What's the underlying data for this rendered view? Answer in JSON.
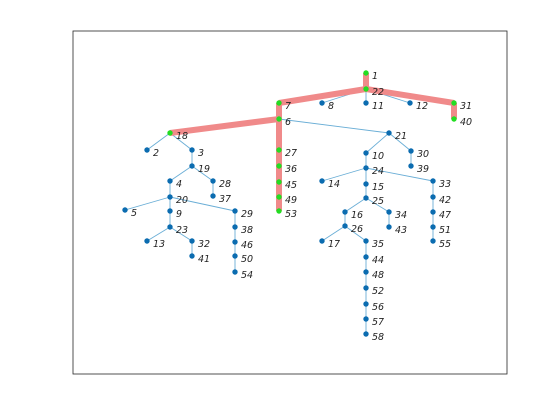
{
  "colors": {
    "edge": "#6aaed6",
    "highlight_edge": "#f08a8a",
    "node": "#0b6cb0",
    "highlight_node": "#22dd22",
    "label": "#222222",
    "frame": "#262626"
  },
  "nodes": [
    {
      "id": "1",
      "label": "1"
    },
    {
      "id": "2",
      "label": "2"
    },
    {
      "id": "3",
      "label": "3"
    },
    {
      "id": "4",
      "label": "4"
    },
    {
      "id": "5",
      "label": "5"
    },
    {
      "id": "6",
      "label": "6"
    },
    {
      "id": "7",
      "label": "7"
    },
    {
      "id": "8",
      "label": "8"
    },
    {
      "id": "9",
      "label": "9"
    },
    {
      "id": "10",
      "label": "10"
    },
    {
      "id": "11",
      "label": "11"
    },
    {
      "id": "12",
      "label": "12"
    },
    {
      "id": "13",
      "label": "13"
    },
    {
      "id": "14",
      "label": "14"
    },
    {
      "id": "15",
      "label": "15"
    },
    {
      "id": "16",
      "label": "16"
    },
    {
      "id": "17",
      "label": "17"
    },
    {
      "id": "18",
      "label": "18"
    },
    {
      "id": "19",
      "label": "19"
    },
    {
      "id": "20",
      "label": "20"
    },
    {
      "id": "21",
      "label": "21"
    },
    {
      "id": "22",
      "label": "22"
    },
    {
      "id": "23",
      "label": "23"
    },
    {
      "id": "24",
      "label": "24"
    },
    {
      "id": "25",
      "label": "25"
    },
    {
      "id": "26",
      "label": "26"
    },
    {
      "id": "27",
      "label": "27"
    },
    {
      "id": "28",
      "label": "28"
    },
    {
      "id": "29",
      "label": "29"
    },
    {
      "id": "30",
      "label": "30"
    },
    {
      "id": "31",
      "label": "31"
    },
    {
      "id": "32",
      "label": "32"
    },
    {
      "id": "33",
      "label": "33"
    },
    {
      "id": "34",
      "label": "34"
    },
    {
      "id": "35",
      "label": "35"
    },
    {
      "id": "36",
      "label": "36"
    },
    {
      "id": "37",
      "label": "37"
    },
    {
      "id": "38",
      "label": "38"
    },
    {
      "id": "39",
      "label": "39"
    },
    {
      "id": "40",
      "label": "40"
    },
    {
      "id": "41",
      "label": "41"
    },
    {
      "id": "42",
      "label": "42"
    },
    {
      "id": "43",
      "label": "43"
    },
    {
      "id": "44",
      "label": "44"
    },
    {
      "id": "45",
      "label": "45"
    },
    {
      "id": "46",
      "label": "46"
    },
    {
      "id": "47",
      "label": "47"
    },
    {
      "id": "48",
      "label": "48"
    },
    {
      "id": "49",
      "label": "49"
    },
    {
      "id": "50",
      "label": "50"
    },
    {
      "id": "51",
      "label": "51"
    },
    {
      "id": "52",
      "label": "52"
    },
    {
      "id": "53",
      "label": "53"
    },
    {
      "id": "54",
      "label": "54"
    },
    {
      "id": "55",
      "label": "55"
    },
    {
      "id": "56",
      "label": "56"
    },
    {
      "id": "57",
      "label": "57"
    },
    {
      "id": "58",
      "label": "58"
    }
  ],
  "edges": [
    [
      "1",
      "22"
    ],
    [
      "22",
      "7"
    ],
    [
      "22",
      "8"
    ],
    [
      "22",
      "11"
    ],
    [
      "22",
      "12"
    ],
    [
      "22",
      "31"
    ],
    [
      "31",
      "40"
    ],
    [
      "7",
      "6"
    ],
    [
      "6",
      "18"
    ],
    [
      "6",
      "27"
    ],
    [
      "6",
      "21"
    ],
    [
      "27",
      "36"
    ],
    [
      "36",
      "45"
    ],
    [
      "45",
      "49"
    ],
    [
      "49",
      "53"
    ],
    [
      "18",
      "2"
    ],
    [
      "18",
      "3"
    ],
    [
      "3",
      "19"
    ],
    [
      "19",
      "4"
    ],
    [
      "19",
      "28"
    ],
    [
      "28",
      "37"
    ],
    [
      "4",
      "20"
    ],
    [
      "20",
      "5"
    ],
    [
      "20",
      "9"
    ],
    [
      "20",
      "29"
    ],
    [
      "9",
      "23"
    ],
    [
      "23",
      "13"
    ],
    [
      "23",
      "32"
    ],
    [
      "32",
      "41"
    ],
    [
      "29",
      "38"
    ],
    [
      "38",
      "46"
    ],
    [
      "46",
      "50"
    ],
    [
      "50",
      "54"
    ],
    [
      "21",
      "10"
    ],
    [
      "21",
      "30"
    ],
    [
      "30",
      "39"
    ],
    [
      "10",
      "24"
    ],
    [
      "24",
      "14"
    ],
    [
      "24",
      "15"
    ],
    [
      "24",
      "33"
    ],
    [
      "33",
      "42"
    ],
    [
      "42",
      "47"
    ],
    [
      "47",
      "51"
    ],
    [
      "51",
      "55"
    ],
    [
      "15",
      "25"
    ],
    [
      "25",
      "16"
    ],
    [
      "25",
      "34"
    ],
    [
      "34",
      "43"
    ],
    [
      "16",
      "26"
    ],
    [
      "26",
      "17"
    ],
    [
      "26",
      "35"
    ],
    [
      "35",
      "44"
    ],
    [
      "44",
      "48"
    ],
    [
      "48",
      "52"
    ],
    [
      "52",
      "56"
    ],
    [
      "56",
      "57"
    ],
    [
      "57",
      "58"
    ]
  ],
  "highlighted_path": [
    "1",
    "22",
    "31",
    "40",
    "7",
    "6",
    "18",
    "27",
    "36",
    "45",
    "49",
    "53"
  ],
  "highlighted_edges": [
    [
      "1",
      "22"
    ],
    [
      "22",
      "31"
    ],
    [
      "31",
      "40"
    ],
    [
      "22",
      "7"
    ],
    [
      "7",
      "6"
    ],
    [
      "6",
      "18"
    ],
    [
      "6",
      "27"
    ],
    [
      "27",
      "36"
    ],
    [
      "36",
      "45"
    ],
    [
      "45",
      "49"
    ],
    [
      "49",
      "53"
    ]
  ]
}
